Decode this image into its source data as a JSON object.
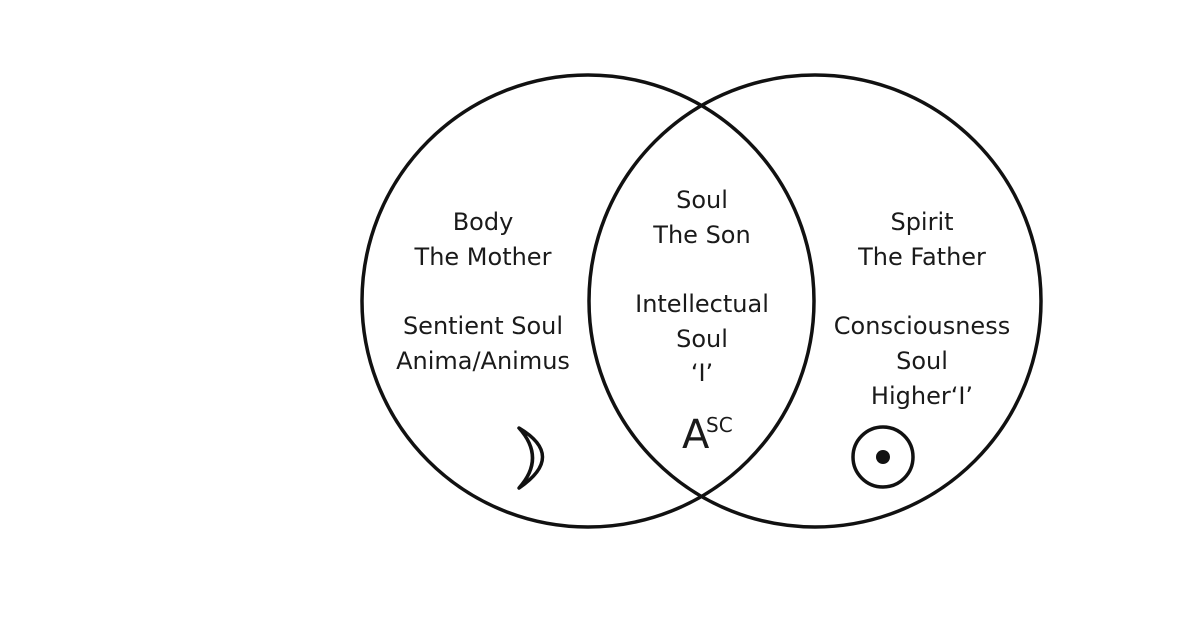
{
  "left_circle": {
    "lines": [
      "Body",
      "The Mother",
      "",
      "Sentient Soul",
      "Anima/Animus"
    ],
    "symbol": "moon-icon"
  },
  "center_region": {
    "lines": [
      "Soul",
      "The Son",
      "",
      "Intellectual",
      "Soul",
      "‘I’"
    ],
    "asc_main": "A",
    "asc_sup": "SC"
  },
  "right_circle": {
    "lines": [
      "Spirit",
      "The Father",
      "",
      "Consciousness",
      "Soul",
      "Higher‘I’"
    ],
    "symbol": "sun-icon"
  },
  "colors": {
    "stroke": "#111111",
    "text": "#1a1a1a",
    "background": "#ffffff"
  }
}
